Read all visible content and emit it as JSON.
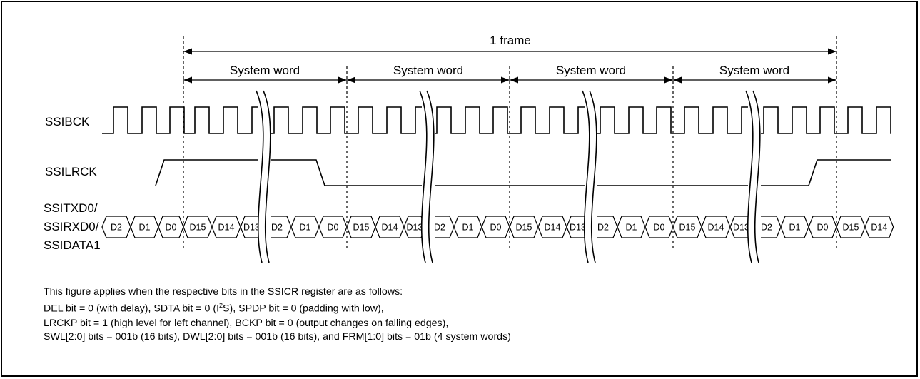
{
  "frame_label": "1 frame",
  "system_word_label": "System word",
  "signals": {
    "bck": "SSIBCK",
    "lrck": "SSILRCK",
    "data_line1": "SSITXD0/",
    "data_line2": "SSIRXD0/",
    "data_line3": "SSIDATA1"
  },
  "data_cells": [
    "D2",
    "D1",
    "D0",
    "D15",
    "D14",
    "D13",
    "D2",
    "D1",
    "D0",
    "D15",
    "D14",
    "D13",
    "D2",
    "D1",
    "D0",
    "D15",
    "D14",
    "D13",
    "D2",
    "D1",
    "D0",
    "D15",
    "D14",
    "D13",
    "D2",
    "D1",
    "D0",
    "D15",
    "D14"
  ],
  "notes": {
    "line1": "This figure applies when the respective bits in the SSICR register are as follows:",
    "line2_pre": "DEL bit = 0 (with delay), SDTA bit = 0 (I",
    "line2_sup": "2",
    "line2_post": "S), SPDP bit = 0 (padding with low),",
    "line3": "LRCKP bit = 1 (high level for left channel), BCKP bit = 0 (output changes on falling edges),",
    "line4": "SWL[2:0] bits = 001b (16 bits), DWL[2:0] bits = 001b (16 bits), and FRM[1:0] bits = 01b (4 system words)"
  }
}
